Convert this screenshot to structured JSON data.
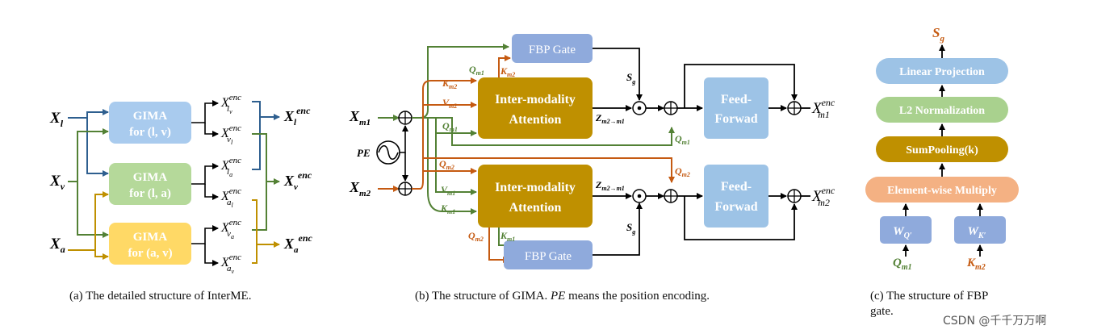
{
  "panel_a": {
    "inputs": [
      "X",
      "X",
      "X"
    ],
    "input_subs": [
      "l",
      "v",
      "a"
    ],
    "boxes": [
      {
        "line1": "GIMA",
        "line2": "for (l, v)",
        "color": "#a9cbee"
      },
      {
        "line1": "GIMA",
        "line2": "for (l, a)",
        "color": "#b5d99a"
      },
      {
        "line1": "GIMA",
        "line2": "for (a, v)",
        "color": "#ffd966"
      }
    ],
    "intermediates": [
      {
        "main": "X",
        "sup": "enc",
        "sub": "l",
        "subsub": "v"
      },
      {
        "main": "X",
        "sup": "enc",
        "sub": "v",
        "subsub": "l"
      },
      {
        "main": "X",
        "sup": "enc",
        "sub": "l",
        "subsub": "a"
      },
      {
        "main": "X",
        "sup": "enc",
        "sub": "a",
        "subsub": "l"
      },
      {
        "main": "X",
        "sup": "enc",
        "sub": "v",
        "subsub": "a"
      },
      {
        "main": "X",
        "sup": "enc",
        "sub": "a",
        "subsub": "v"
      }
    ],
    "outputs": [
      {
        "main": "X",
        "sub": "l",
        "sup": "enc"
      },
      {
        "main": "X",
        "sub": "v",
        "sup": "enc"
      },
      {
        "main": "X",
        "sub": "a",
        "sup": "enc"
      }
    ],
    "caption": "(a)  The detailed structure of InterME."
  },
  "panel_b": {
    "fbp_gate": "FBP Gate",
    "attention_line1": "Inter-modality",
    "attention_line2": "Attention",
    "feed_line1": "Feed-",
    "feed_line2": "Forwad",
    "pe": "PE",
    "x_m1": "X",
    "x_m1_sub": "m1",
    "x_m2": "X",
    "x_m2_sub": "m2",
    "labels": {
      "q_m1_top": "Q",
      "k_m2_top": "K",
      "k_m2": "K",
      "v_m2": "V",
      "q_m1_mid": "Q",
      "q_m2": "Q",
      "v_m1": "V",
      "k_m1": "K",
      "q_m2_bot": "Q",
      "k_m1_bot": "K",
      "s_g": "S",
      "z_m2_m1": "Z",
      "z_m1_m2": "Z",
      "out1": "X",
      "out2": "X"
    },
    "caption_prefix": "(b)  The structure of GIMA. ",
    "caption_italic": "PE",
    "caption_suffix": " means the position encoding."
  },
  "panel_c": {
    "output": "S",
    "output_sub": "g",
    "blocks": [
      {
        "label": "Linear Projection",
        "color": "#9dc3e6"
      },
      {
        "label": "L2 Normalization",
        "color": "#a9d18e"
      },
      {
        "label": "SumPooling(k)",
        "color": "#bf9000"
      },
      {
        "label": "Element-wise Multiply",
        "color": "#f4b183"
      }
    ],
    "w_q": "W",
    "w_q_sub": "Q′",
    "w_k": "W",
    "w_k_sub": "K′",
    "q_in": "Q",
    "q_in_sub": "m1",
    "k_in": "K",
    "k_in_sub": "m2",
    "caption_line1": "(c)  The structure of FBP",
    "caption_line2": "gate."
  },
  "watermark": "CSDN @千千万万啊",
  "colors": {
    "green": "#538135",
    "orange": "#c55a11",
    "blue": "#2e5f8f",
    "gold": "#bf9000",
    "attn": "#bf9000",
    "fbp": "#8faadc",
    "feed": "#9dc3e6"
  }
}
